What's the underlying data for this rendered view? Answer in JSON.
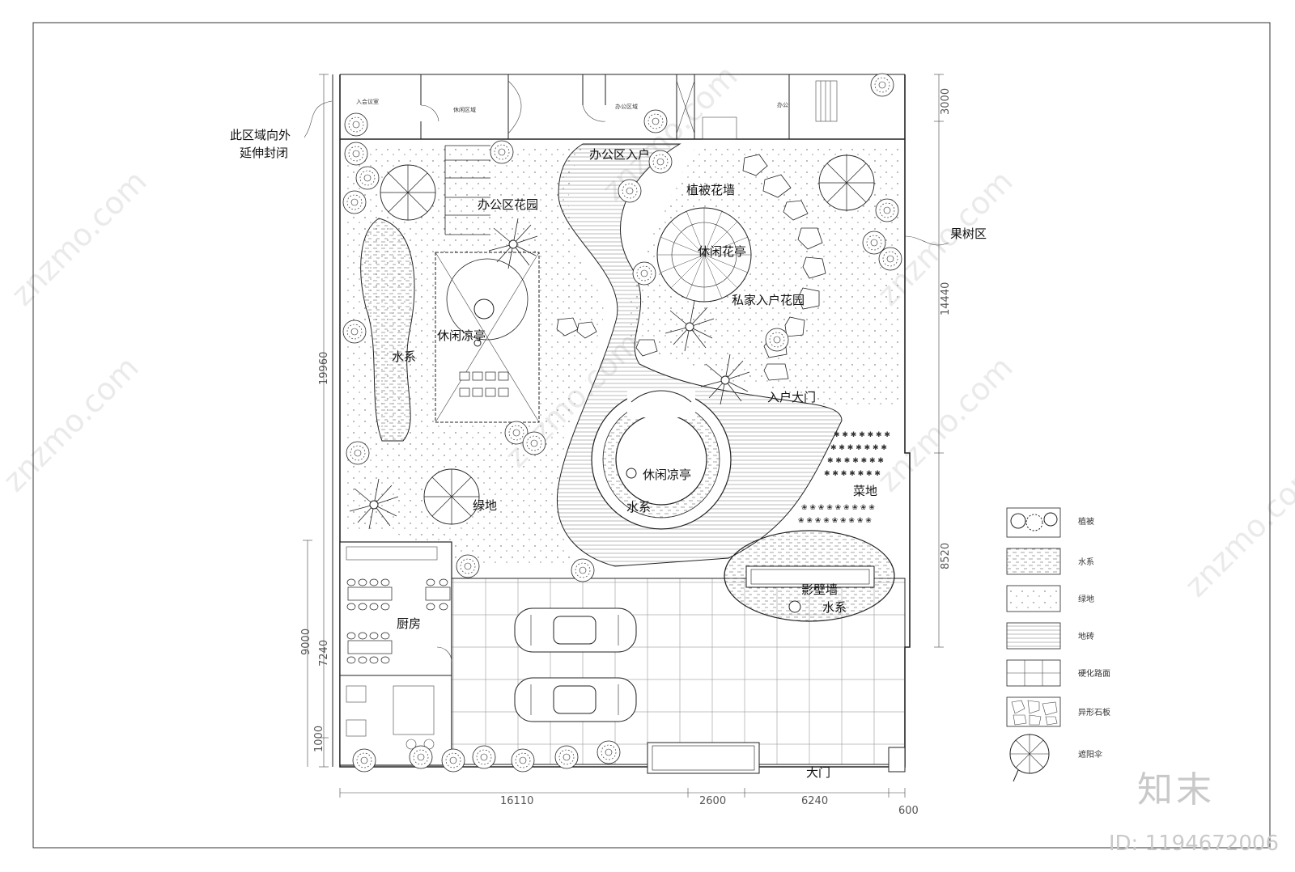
{
  "labels": {
    "extend_note_1": "此区域向外",
    "extend_note_2": "延伸封闭",
    "orchard": "果树区",
    "office_entry": "办公区入户",
    "office_garden": "办公区花园",
    "planted_wall": "植被花墙",
    "leisure_flower_pavilion": "休闲花亭",
    "private_entry_garden": "私家入户花园",
    "leisure_pavilion_left": "休闲凉亭",
    "water_left": "水系",
    "entry_gate": "入户大门",
    "leisure_pavilion_center": "休闲凉亭",
    "water_center": "水系",
    "green_land": "绿地",
    "vegetable_plot": "菜地",
    "screen_wall": "影壁墙",
    "water_screen": "水系",
    "kitchen": "厨房",
    "main_gate": "大门"
  },
  "dimensions": {
    "left_total": "19960",
    "left_lower": "9000",
    "left_mid": "7240",
    "left_bottom": "1000",
    "right_top": "3000",
    "right_middle": "14440",
    "right_lower": "8520",
    "bottom_1": "16110",
    "bottom_2": "2600",
    "bottom_3": "6240",
    "bottom_4": "600"
  },
  "legend": [
    {
      "key": "plants",
      "label": "植被"
    },
    {
      "key": "water",
      "label": "水系"
    },
    {
      "key": "green",
      "label": "绿地"
    },
    {
      "key": "deck",
      "label": "地砖"
    },
    {
      "key": "hard",
      "label": "硬化路面"
    },
    {
      "key": "stone",
      "label": "异形石板"
    },
    {
      "key": "umbrella",
      "label": "遮阳伞"
    }
  ],
  "watermark": {
    "brand": "知末",
    "id": "ID: 1194672006",
    "site": "znzmo.com"
  }
}
